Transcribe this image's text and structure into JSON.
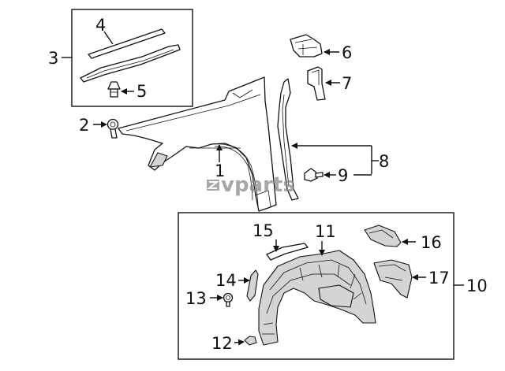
{
  "watermark": "vparts",
  "callouts": {
    "c1": "1",
    "c2": "2",
    "c3": "3",
    "c4": "4",
    "c5": "5",
    "c6": "6",
    "c7": "7",
    "c8": "8",
    "c9": "9",
    "c10": "10",
    "c11": "11",
    "c12": "12",
    "c13": "13",
    "c14": "14",
    "c15": "15",
    "c16": "16",
    "c17": "17"
  }
}
